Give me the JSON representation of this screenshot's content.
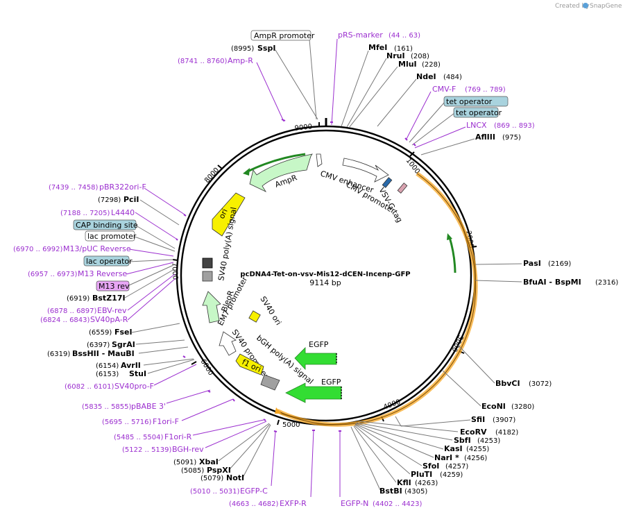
{
  "brand": {
    "prefix": "Created by",
    "name": "SnapGene"
  },
  "plasmid": {
    "name": "pcDNA4-Tet-on-vsv-Mis12-dCEN-Incenp-GFP",
    "size": "9114 bp"
  },
  "ticks": [
    "1000",
    "2000",
    "3000",
    "4000",
    "5000",
    "6000",
    "7000",
    "8000",
    "9000"
  ],
  "features": {
    "cmv_enhancer": "CMV enhancer",
    "cmv_promoter": "CMV promoter",
    "vsv_g_tag": "VSV-G tag",
    "ampr": "AmpR",
    "ori": "ori",
    "sv40_polya_signal_1": "SV40 poly(A) signal",
    "em7_promoter": "EM7 promoter",
    "bleor": "BleoR",
    "sv40_ori": "SV40 ori",
    "sv40_promoter": "SV40 promoter",
    "f1_ori": "f1 ori",
    "bgh_polya": "bGH poly(A) signal",
    "egfp_1": "EGFP",
    "egfp_2": "EGFP"
  },
  "right_labels": [
    {
      "name": "pRS-marker",
      "pos": "(44 .. 63)",
      "kind": "primer"
    },
    {
      "name": "MfeI",
      "pos": "(161)",
      "kind": "enzyme"
    },
    {
      "name": "NruI",
      "pos": "(208)",
      "kind": "enzyme"
    },
    {
      "name": "MluI",
      "pos": "(228)",
      "kind": "enzyme"
    },
    {
      "name": "NdeI",
      "pos": "(484)",
      "kind": "enzyme"
    },
    {
      "name": "CMV-F",
      "pos": "(769 .. 789)",
      "kind": "primer"
    },
    {
      "name": "tet operator",
      "pos": "",
      "kind": "box-blue"
    },
    {
      "name": "tet operator",
      "pos": "",
      "kind": "box-blue"
    },
    {
      "name": "LNCX",
      "pos": "(869 .. 893)",
      "kind": "primer"
    },
    {
      "name": "AflIII",
      "pos": "(975)",
      "kind": "enzyme"
    },
    {
      "name": "PasI",
      "pos": "(2169)",
      "kind": "enzyme"
    },
    {
      "name": "BfuAI - BspMI",
      "pos": "(2316)",
      "kind": "enzyme"
    },
    {
      "name": "BbvCI",
      "pos": "(3072)",
      "kind": "enzyme"
    },
    {
      "name": "EcoNI",
      "pos": "(3280)",
      "kind": "enzyme"
    },
    {
      "name": "SfiI",
      "pos": "(3907)",
      "kind": "enzyme"
    },
    {
      "name": "EcoRV",
      "pos": "(4182)",
      "kind": "enzyme"
    },
    {
      "name": "SbfI",
      "pos": "(4253)",
      "kind": "enzyme"
    },
    {
      "name": "KasI",
      "pos": "(4255)",
      "kind": "enzyme"
    },
    {
      "name": "NarI *",
      "pos": "(4256)",
      "kind": "enzyme"
    },
    {
      "name": "SfoI",
      "pos": "(4257)",
      "kind": "enzyme"
    },
    {
      "name": "PluTI",
      "pos": "(4259)",
      "kind": "enzyme"
    },
    {
      "name": "KflI",
      "pos": "(4263)",
      "kind": "enzyme"
    },
    {
      "name": "BstBI",
      "pos": "(4305)",
      "kind": "enzyme"
    },
    {
      "name": "EGFP-N",
      "pos": "(4402 .. 4423)",
      "kind": "primer"
    }
  ],
  "left_labels": [
    {
      "name": "AmpR promoter",
      "pos": "",
      "kind": "box-white"
    },
    {
      "name": "SspI",
      "pos": "(8995)",
      "kind": "enzyme"
    },
    {
      "name": "Amp-R",
      "pos": "(8741 .. 8760)",
      "kind": "primer"
    },
    {
      "name": "pBR322ori-F",
      "pos": "(7439 .. 7458)",
      "kind": "primer"
    },
    {
      "name": "PciI",
      "pos": "(7298)",
      "kind": "enzyme"
    },
    {
      "name": "L4440",
      "pos": "(7188 .. 7205)",
      "kind": "primer"
    },
    {
      "name": "CAP binding site",
      "pos": "",
      "kind": "box-blue"
    },
    {
      "name": "lac promoter",
      "pos": "",
      "kind": "box-white"
    },
    {
      "name": "M13/pUC Reverse",
      "pos": "(6970 .. 6992)",
      "kind": "primer"
    },
    {
      "name": "lac operator",
      "pos": "",
      "kind": "box-blue"
    },
    {
      "name": "M13 Reverse",
      "pos": "(6957 .. 6973)",
      "kind": "primer"
    },
    {
      "name": "M13 rev",
      "pos": "",
      "kind": "box-purple"
    },
    {
      "name": "BstZ17I",
      "pos": "(6919)",
      "kind": "enzyme"
    },
    {
      "name": "EBV-rev",
      "pos": "(6878 .. 6897)",
      "kind": "primer"
    },
    {
      "name": "SV40pA-R",
      "pos": "(6824 .. 6843)",
      "kind": "primer"
    },
    {
      "name": "FseI",
      "pos": "(6559)",
      "kind": "enzyme"
    },
    {
      "name": "SgrAI",
      "pos": "(6397)",
      "kind": "enzyme"
    },
    {
      "name": "BssHII - MauBI",
      "pos": "(6319)",
      "kind": "enzyme"
    },
    {
      "name": "AvrII",
      "pos": "(6154)",
      "kind": "enzyme"
    },
    {
      "name": "StuI",
      "pos": "(6153)",
      "kind": "enzyme"
    },
    {
      "name": "SV40pro-F",
      "pos": "(6082 .. 6101)",
      "kind": "primer"
    },
    {
      "name": "pBABE 3'",
      "pos": "(5835 .. 5855)",
      "kind": "primer"
    },
    {
      "name": "F1ori-F",
      "pos": "(5695 .. 5716)",
      "kind": "primer"
    },
    {
      "name": "F1ori-R",
      "pos": "(5485 .. 5504)",
      "kind": "primer"
    },
    {
      "name": "BGH-rev",
      "pos": "(5122 .. 5139)",
      "kind": "primer"
    },
    {
      "name": "XbaI",
      "pos": "(5091)",
      "kind": "enzyme"
    },
    {
      "name": "PspXI",
      "pos": "(5085)",
      "kind": "enzyme"
    },
    {
      "name": "NotI",
      "pos": "(5079)",
      "kind": "enzyme"
    },
    {
      "name": "EGFP-C",
      "pos": "(5010 .. 5031)",
      "kind": "primer"
    },
    {
      "name": "EXFP-R",
      "pos": "(4663 .. 4682)",
      "kind": "primer"
    }
  ],
  "colors": {
    "primer": "#9b2ecf",
    "enzyme": "#000000",
    "box_blue": "#a9d3de",
    "box_purple": "#e7a6f5",
    "orange_arc": "#f5a623",
    "green_feature": "#33dd33",
    "pale_green": "#c7f7c7",
    "yellow": "#f7f000",
    "gray_box": "#999999"
  }
}
